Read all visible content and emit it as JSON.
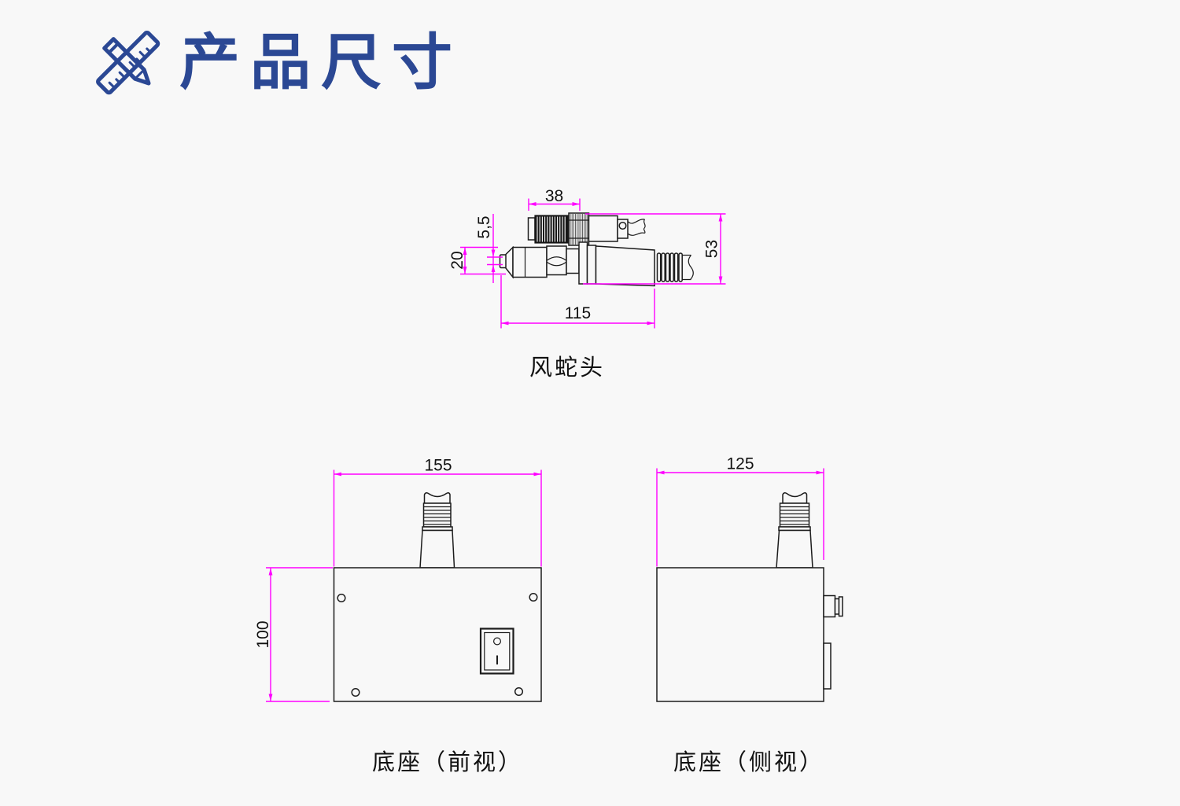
{
  "page": {
    "background_color": "#f8f8f8"
  },
  "header": {
    "title": "产品尺寸",
    "title_color": "#2b4894",
    "icon": "ruler-pencil"
  },
  "style": {
    "dimension_color": "#ff00ff",
    "drawing_line_color": "#1c1c1c"
  },
  "air_head": {
    "label": "风蛇头",
    "dims": {
      "thread_length": "38",
      "tip_height": "5,5",
      "nozzle_diameter": "20",
      "overall_height": "53",
      "body_length": "115"
    }
  },
  "base_front": {
    "label": "底座（前视）",
    "dims": {
      "width": "155",
      "height": "100"
    }
  },
  "base_side": {
    "label": "底座（侧视）",
    "dims": {
      "width": "125"
    }
  }
}
